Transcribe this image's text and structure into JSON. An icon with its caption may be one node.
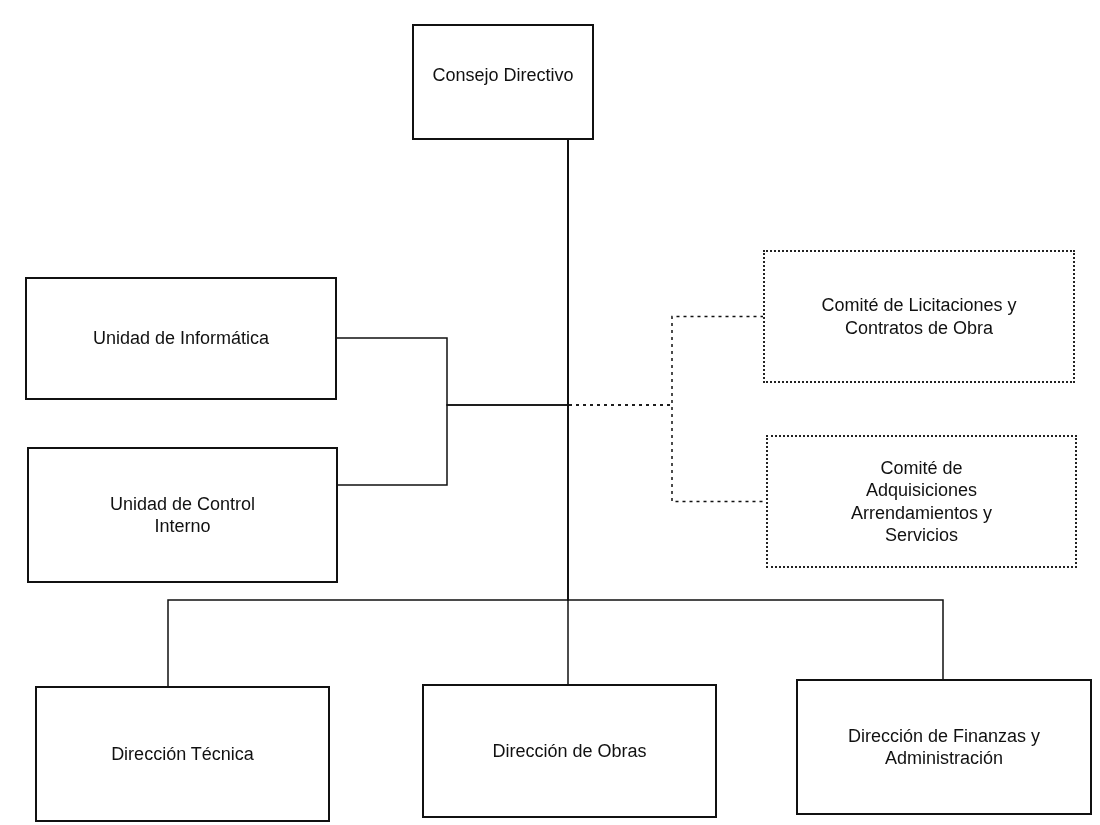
{
  "diagram": {
    "nodes": [
      {
        "text": [
          "Consejo Directivo"
        ]
      },
      {
        "text": [
          "Unidad de Informática"
        ]
      },
      {
        "text": [
          "Unidad de Control Interno"
        ]
      },
      {
        "text": [
          "Comité de Licitaciones y Contratos de Obra"
        ]
      },
      {
        "text": [
          "Comité de Adquisiciones Arrendamientos y Servicios"
        ]
      },
      {
        "text": [
          "Dirección Técnica"
        ]
      },
      {
        "text": [
          "Dirección de Obras"
        ]
      },
      {
        "text": [
          "Dirección de Finanzas y Administración"
        ]
      }
    ],
    "edges": [
      {
        "from": 0,
        "to": 1,
        "arrow": "none"
      },
      {
        "from": 0,
        "to": 2,
        "arrow": "none"
      },
      {
        "from": 0,
        "to": 3,
        "arrow": "none",
        "style": "dashed"
      },
      {
        "from": 0,
        "to": 4,
        "arrow": "none",
        "style": "dashed"
      },
      {
        "from": 0,
        "to": 5,
        "arrow": "none"
      },
      {
        "from": 0,
        "to": 6,
        "arrow": "none"
      },
      {
        "from": 0,
        "to": 7,
        "arrow": "none"
      }
    ]
  }
}
